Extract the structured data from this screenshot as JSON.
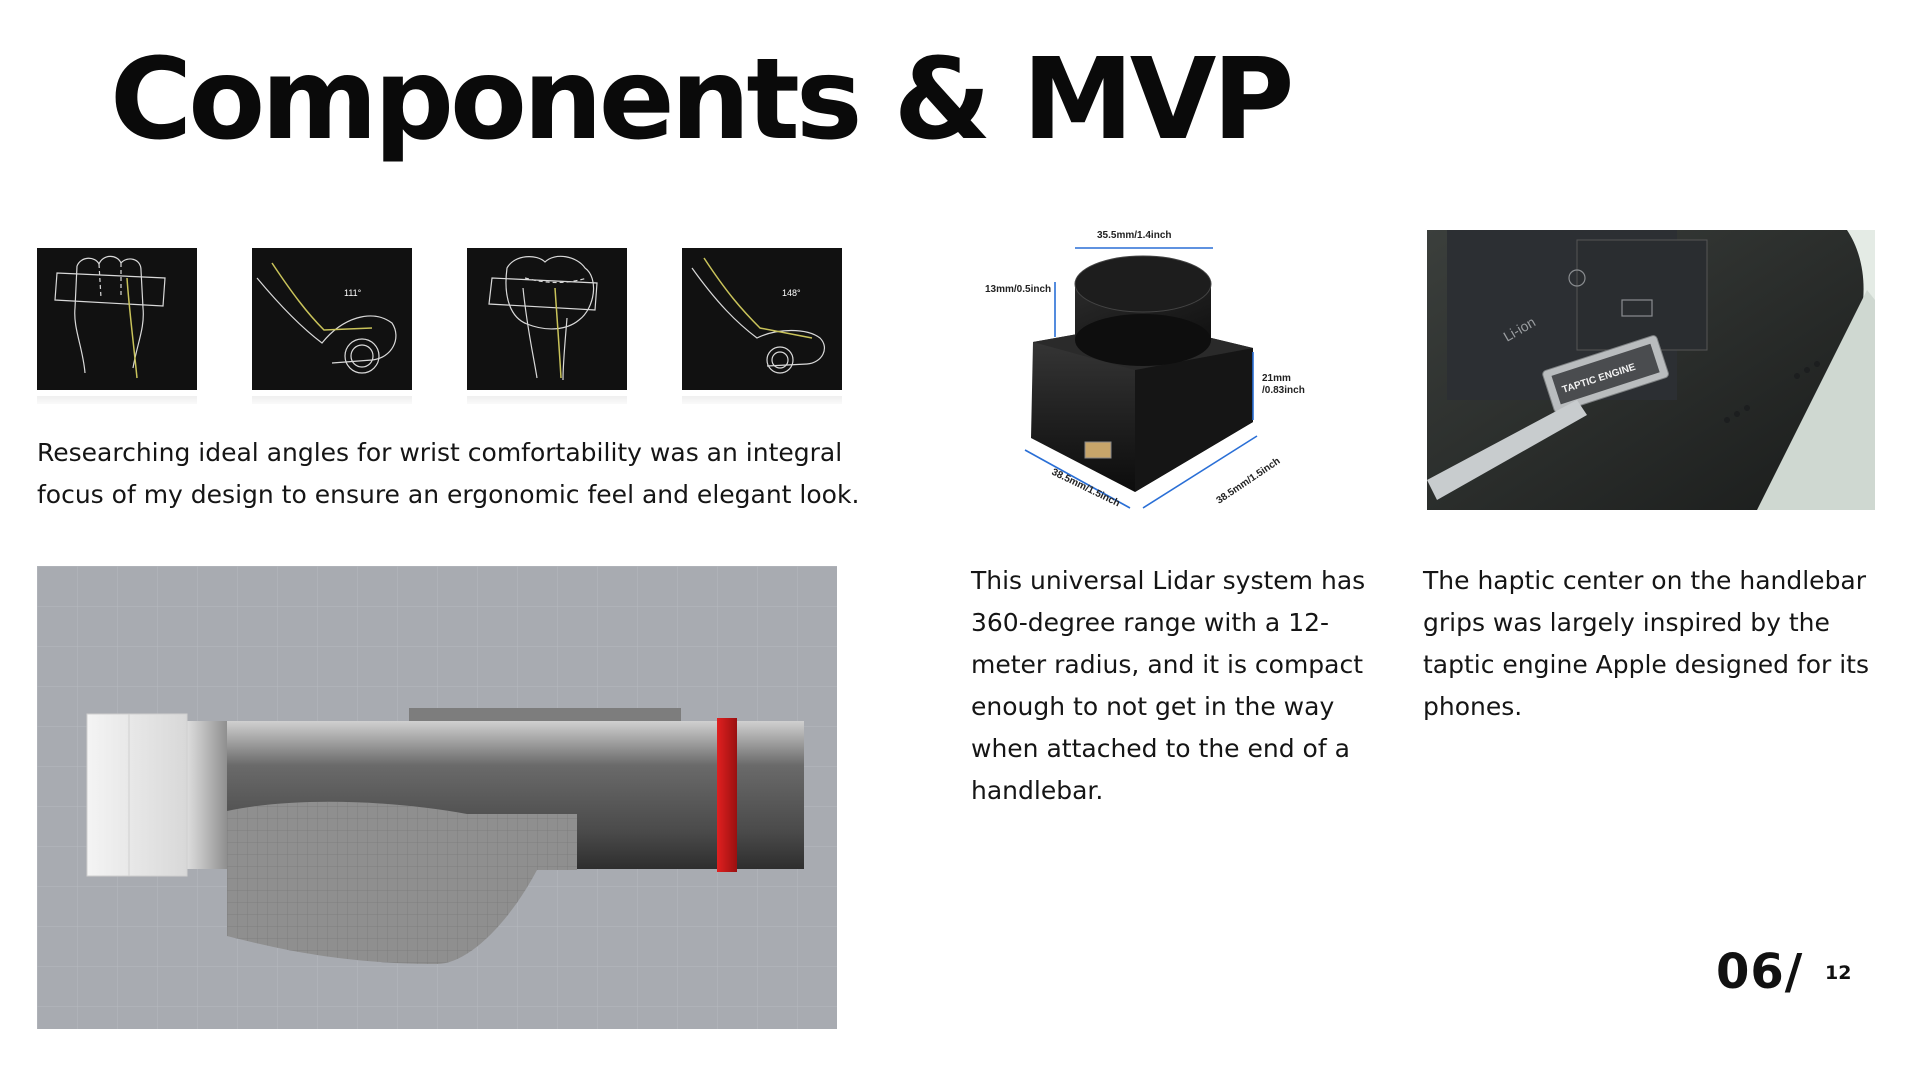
{
  "slide": {
    "title": "Components & MVP",
    "page_current": "06/",
    "page_total": "12"
  },
  "research": {
    "sketches": [
      {
        "icon": "open-hand-sketch"
      },
      {
        "icon": "wrist-angle-sketch",
        "angle_label": "111°"
      },
      {
        "icon": "fist-grip-sketch"
      },
      {
        "icon": "wrist-angle-sketch",
        "angle_label": "148°"
      }
    ],
    "text": "Researching ideal angles for wrist comfortability was an integral focus of my design to ensure an ergonomic feel and elegant look."
  },
  "lidar": {
    "dimensions": {
      "top": "35.5mm/1.4inch",
      "height_cap": "13mm/0.5inch",
      "height_body_line1": "21mm",
      "height_body_line2": "/0.83inch",
      "width_front": "38.5mm/1.5inch",
      "width_side": "38.5mm/1.5inch"
    },
    "text": "This universal Lidar system has 360-degree range with a 12-meter radius, and it is compact enough to not get in the way when attached to the end of a handlebar."
  },
  "haptic": {
    "engine_label": "TAPTIC ENGINE",
    "battery_label": "Li-ion",
    "text": "The haptic center on the handlebar grips was largely inspired by the taptic engine Apple designed for its phones."
  },
  "colors": {
    "background": "#ffffff",
    "text": "#111111",
    "cad_background": "#a8abb1",
    "grip_accent": "#c41a1a"
  }
}
